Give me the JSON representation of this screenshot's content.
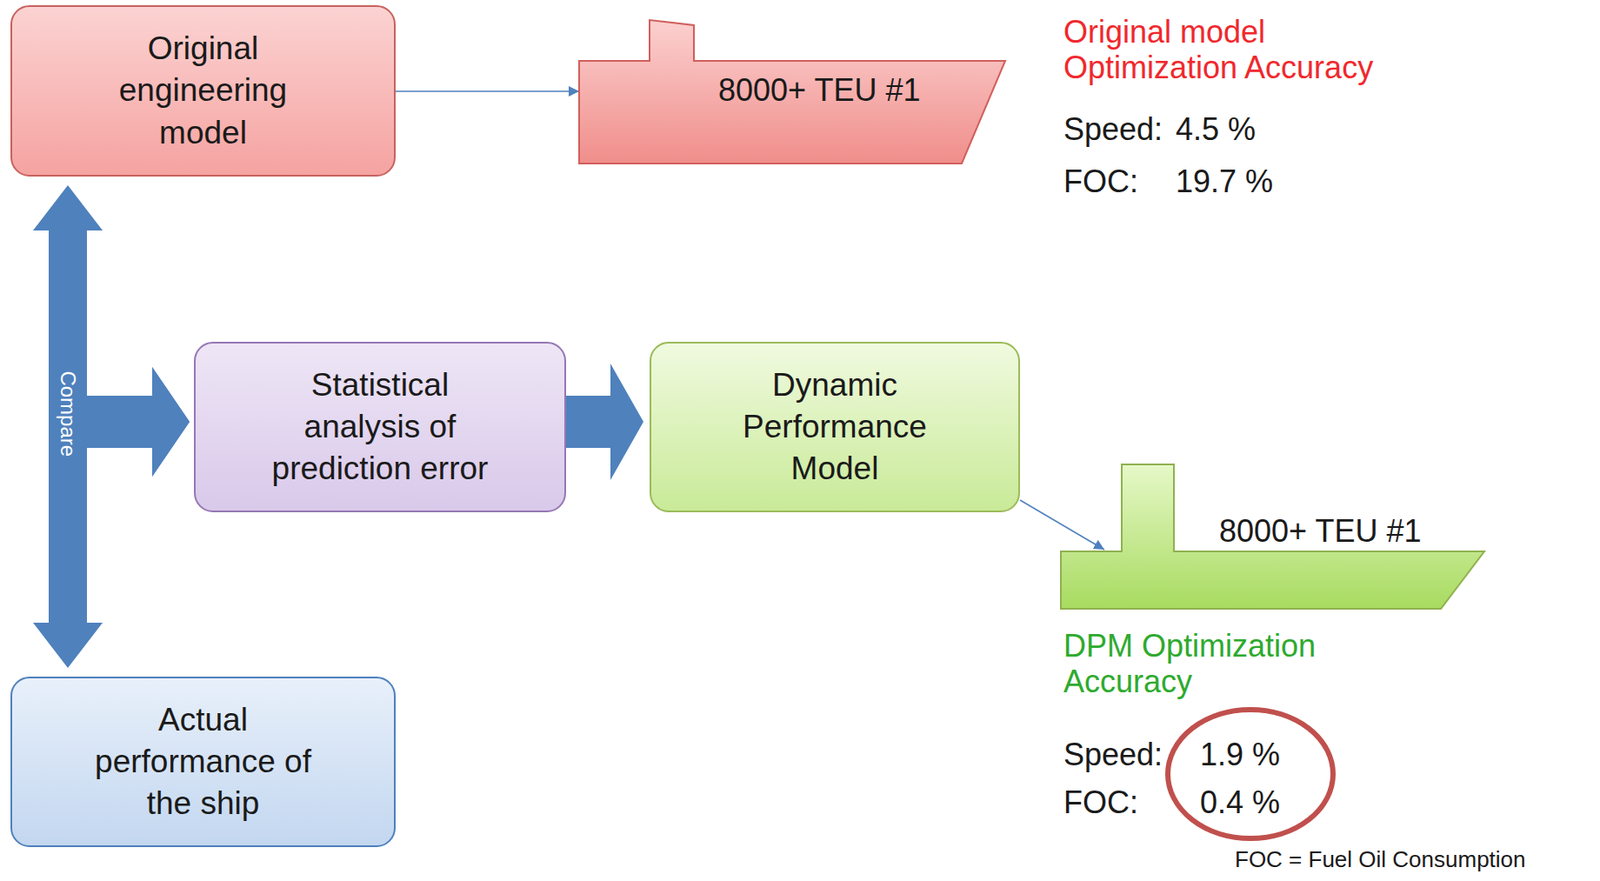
{
  "diagram": {
    "nodes": [
      {
        "text": [
          "Original engineering model"
        ]
      },
      {
        "text": [
          "Statistical analysis of prediction error"
        ]
      },
      {
        "text": [
          "Dynamic Performance Model"
        ]
      },
      {
        "text": [
          "Actual performance of the ship"
        ]
      },
      {
        "text": [
          "8000+ TEU #1"
        ]
      },
      {
        "text": [
          "8000+ TEU #1"
        ]
      }
    ],
    "edges": [
      {
        "from": 0,
        "to": 4,
        "arrow": "to"
      },
      {
        "from": 0,
        "to": 3,
        "arrow": "both",
        "label": "Compare"
      },
      {
        "from": 0,
        "to": 1,
        "arrow": "to"
      },
      {
        "from": 3,
        "to": 1,
        "arrow": "to"
      },
      {
        "from": 1,
        "to": 2,
        "arrow": "to"
      },
      {
        "from": 2,
        "to": 5,
        "arrow": "to"
      }
    ],
    "labels": [
      "Original model Optimization Accuracy",
      "Speed:",
      "4.5 %",
      "FOC:",
      "19.7 %",
      "DPM Optimization Accuracy",
      "Speed:",
      "1.9 %",
      "FOC:",
      "0.4 %",
      "FOC = Fuel Oil Consumption"
    ]
  }
}
